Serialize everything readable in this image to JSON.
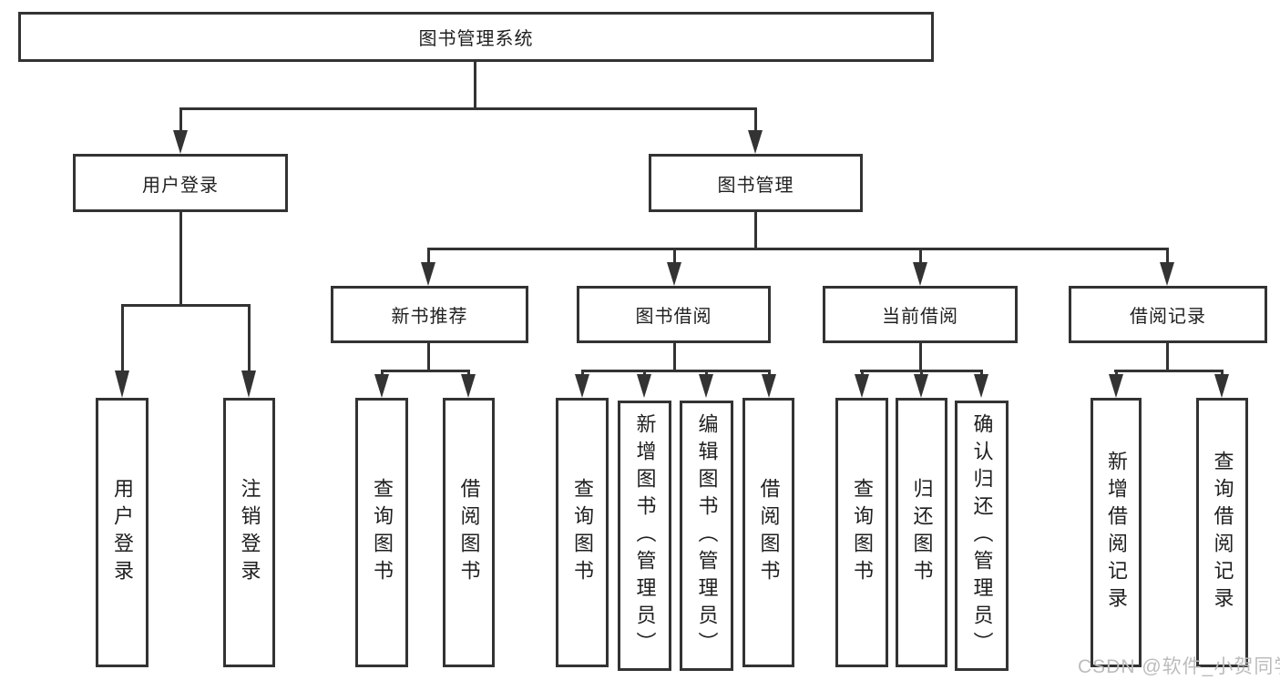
{
  "diagram": {
    "nodes": {
      "root": {
        "label": "图书管理系统"
      },
      "user_login": {
        "label": "用户登录"
      },
      "book_mgmt": {
        "label": "图书管理"
      },
      "new_book_rec": {
        "label": "新书推荐"
      },
      "book_borrow": {
        "label": "图书借阅"
      },
      "current_borrow": {
        "label": "当前借阅"
      },
      "borrow_record": {
        "label": "借阅记录"
      },
      "leaf_user_login": {
        "label": "用户登录"
      },
      "leaf_logout": {
        "label": "注销登录"
      },
      "leaf_query_book_1": {
        "label": "查询图书"
      },
      "leaf_borrow_book_1": {
        "label": "借阅图书"
      },
      "leaf_query_book_2": {
        "label": "查询图书"
      },
      "leaf_add_book": {
        "label": "新增图书（管理员）"
      },
      "leaf_edit_book": {
        "label": "编辑图书（管理员）"
      },
      "leaf_borrow_book_2": {
        "label": "借阅图书"
      },
      "leaf_query_book_3": {
        "label": "查询图书"
      },
      "leaf_return_book": {
        "label": "归还图书"
      },
      "leaf_confirm_return": {
        "label": "确认归还（管理员）"
      },
      "leaf_add_record": {
        "label": "新增借阅记录"
      },
      "leaf_query_record": {
        "label": "查询借阅记录"
      }
    },
    "colors": {
      "line": "#333333",
      "text": "#1f1f1f",
      "watermark": "#bcbcbc",
      "background": "#ffffff"
    },
    "watermark": "CSDN @软件_小贺同学"
  }
}
